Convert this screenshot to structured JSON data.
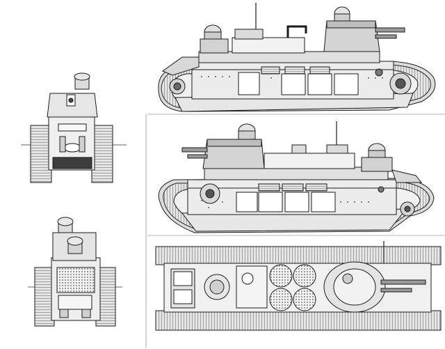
{
  "drawing": {
    "subject": "",
    "views": [
      {
        "id": "view-front"
      },
      {
        "id": "view-right-side"
      },
      {
        "id": "view-rear"
      },
      {
        "id": "view-left-side"
      },
      {
        "id": "view-top"
      }
    ]
  },
  "colors": {
    "line": "#1a1a1a",
    "hull": "#e9e9e9",
    "shade": "#bdbdbd",
    "dark": "#4a4a4a",
    "track": "#d6d6d6",
    "background": "#ffffff"
  }
}
